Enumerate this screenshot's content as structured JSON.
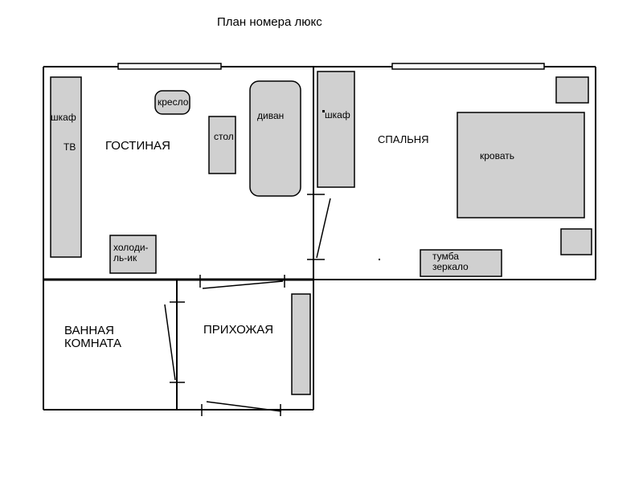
{
  "title": "План номера люкс",
  "rooms": {
    "living": "ГОСТИНАЯ",
    "bedroom": "СПАЛЬНЯ",
    "bathroom": [
      "ВАННАЯ",
      "КОМНАТА"
    ],
    "hallway": "ПРИХОЖАЯ"
  },
  "furniture": {
    "wardrobe_living": "шкаф",
    "tv": "ТВ",
    "armchair": "кресло",
    "table": "стол",
    "sofa": "диван",
    "fridge": [
      "холоди-",
      "ль-ик"
    ],
    "wardrobe_bedroom": "шкаф",
    "bed": "кровать",
    "dresser_mirror": [
      "тумба",
      "зеркало"
    ]
  },
  "colors": {
    "wall": "#000000",
    "furniture_fill": "#d0d0d0",
    "background": "#ffffff"
  }
}
